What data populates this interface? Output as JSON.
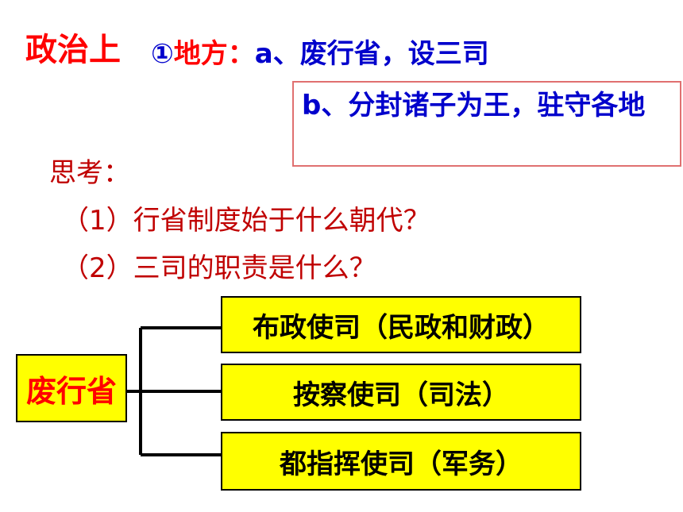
{
  "header": {
    "politics_label": "政治上",
    "circle_num": "①",
    "local_label": "地方：",
    "item_a": "a、废行省，设三司"
  },
  "note_box": {
    "text": "b、分封诸子为王，驻守各地"
  },
  "think": {
    "label": "思考：",
    "questions": [
      "（1）行省制度始于什么朝代？",
      "（2）三司的职责是什么？"
    ]
  },
  "diagram": {
    "root": "废行省",
    "branches": [
      "布政使司（民政和财政）",
      "按察使司（司法）",
      "都指挥使司（军务）"
    ]
  }
}
